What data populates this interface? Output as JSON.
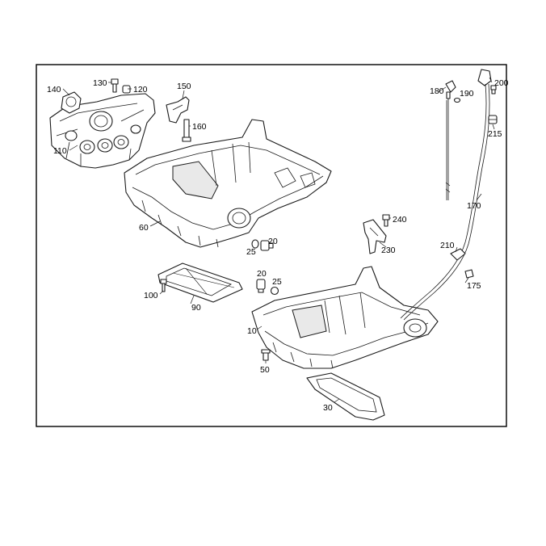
{
  "callouts": {
    "c10": "10",
    "c20a": "20",
    "c20b": "20",
    "c25a": "25",
    "c25b": "25",
    "c30": "30",
    "c50": "50",
    "c60": "60",
    "c90": "90",
    "c100": "100",
    "c110": "110",
    "c120": "120",
    "c130": "130",
    "c140": "140",
    "c150": "150",
    "c160": "160",
    "c170": "170",
    "c175": "175",
    "c180": "180",
    "c190": "190",
    "c200": "200",
    "c210": "210",
    "c215": "215",
    "c230": "230",
    "c240": "240"
  }
}
